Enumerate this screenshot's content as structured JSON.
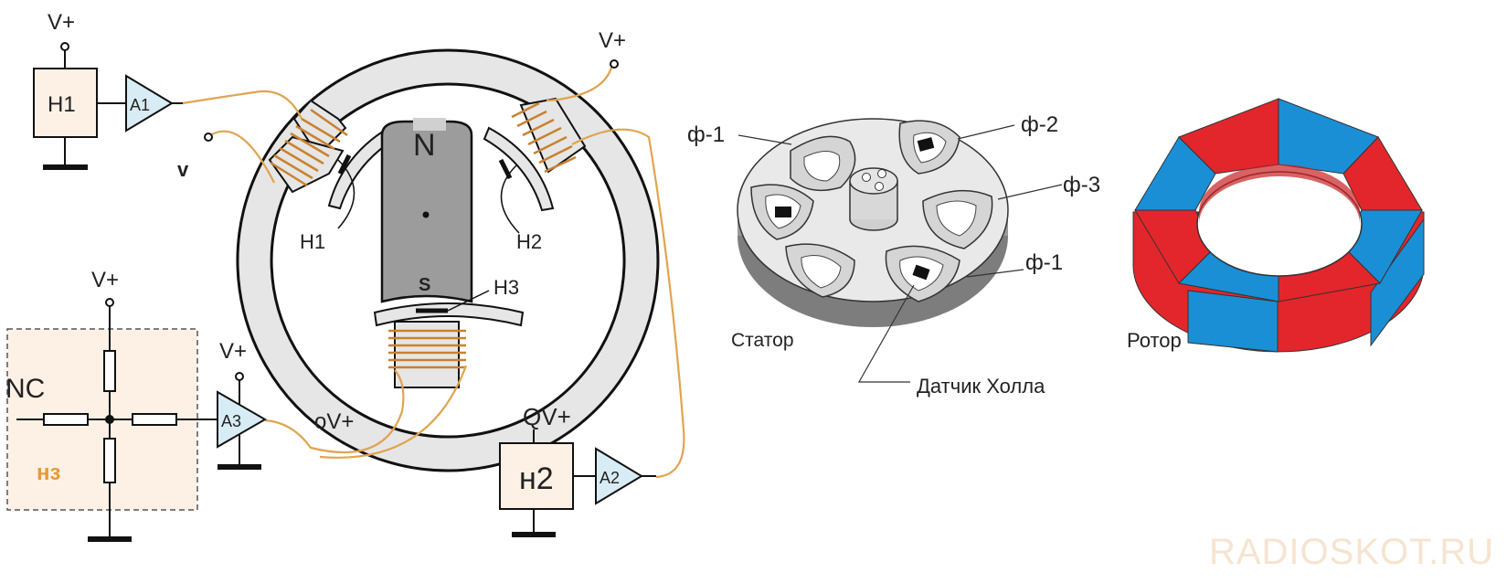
{
  "motor": {
    "rotor_n": "N",
    "rotor_s": "S",
    "hall_h1": "H1",
    "hall_h2": "H2",
    "hall_h3": "H3"
  },
  "circuit": {
    "h1_box": "H1",
    "h2_box": "н2",
    "h3_box": "нз",
    "nc_label": "NC",
    "amp_a1": "A1",
    "amp_a2": "A2",
    "amp_a3": "A3",
    "vplus_h1": "V+",
    "vplus_coil1": "V+",
    "vminus_coil1": "v",
    "vplus_h3": "V+",
    "vplus_a3": "V+",
    "vplus_coil3": "oV+",
    "vplus_h2": "QV+"
  },
  "stator": {
    "phase_1_top": "ф-1",
    "phase_2": "ф-2",
    "phase_3": "ф-3",
    "phase_1_bottom": "ф-1",
    "caption": "Статор",
    "hall_sensor": "Датчик Холла"
  },
  "rotor": {
    "caption": "Ротор",
    "color_red": "#e3262b",
    "color_blue": "#1a8fd6"
  },
  "watermark": "RADIOSKOT.RU",
  "colors": {
    "wire": "#e0a450",
    "box_fill": "#fdf1e6",
    "amp_fill": "#d8ecf5",
    "ring_fill": "#e6e6e6",
    "rotor_fill": "#9c9c9c"
  }
}
